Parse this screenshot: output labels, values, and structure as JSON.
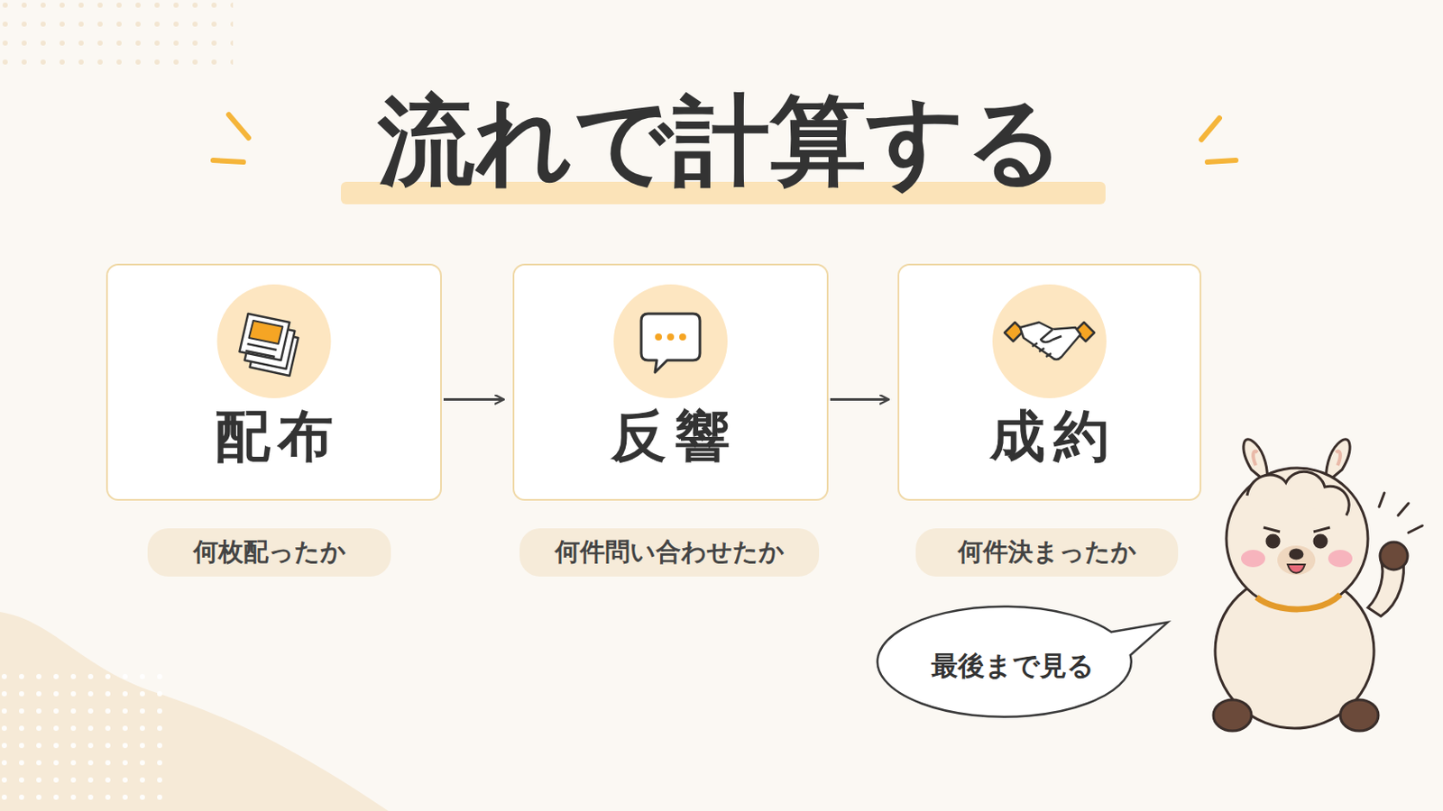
{
  "diagram": {
    "title": "流れで計算する",
    "nodes": [
      {
        "text": [
          "配布"
        ]
      },
      {
        "text": [
          "反響"
        ]
      },
      {
        "text": [
          "成約"
        ]
      },
      {
        "text": [
          "何枚配ったか"
        ]
      },
      {
        "text": [
          "何件問い合わせたか"
        ]
      },
      {
        "text": [
          "何件決まったか"
        ]
      },
      {
        "text": [
          "最後まで見る"
        ]
      }
    ],
    "edges": [
      {
        "from": 0,
        "to": 1,
        "arrow": "to"
      },
      {
        "from": 1,
        "to": 2,
        "arrow": "to"
      }
    ]
  }
}
